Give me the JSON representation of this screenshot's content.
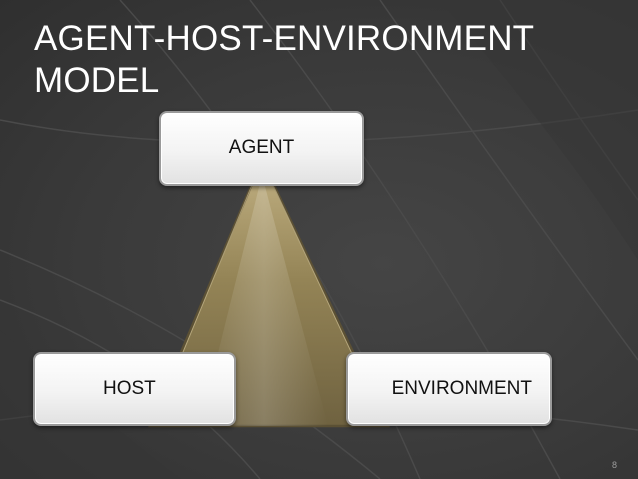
{
  "slide": {
    "title_lines": [
      "AGENT-HOST-ENVIRONMENT",
      "MODEL"
    ],
    "page_number": "8"
  },
  "diagram": {
    "nodes": {
      "agent": "AGENT",
      "host": "HOST",
      "environment": "ENVIRONMENT"
    }
  },
  "colors": {
    "background": "#3b3b3b",
    "triangle_fill": "#8a7a52",
    "node_fill": "#f3f3f3",
    "title_text": "#ffffff"
  }
}
